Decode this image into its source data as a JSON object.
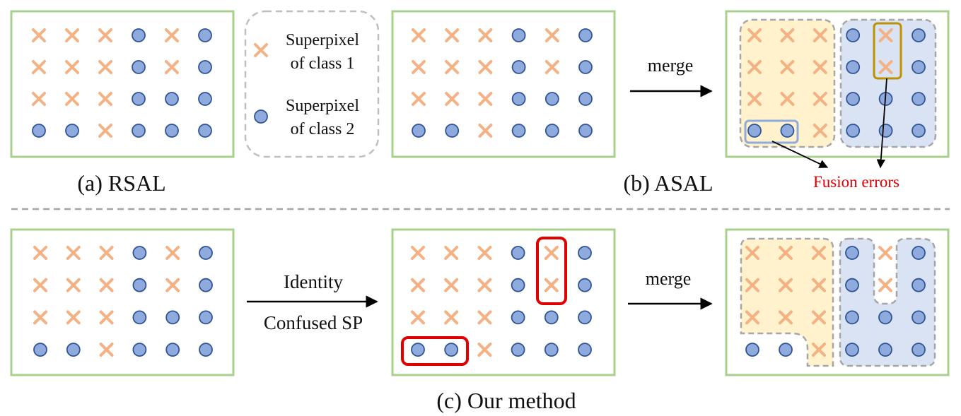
{
  "legend": {
    "class1_label_line1": "Superpixel",
    "class1_label_line2": "of class 1",
    "class2_label_line1": "Superpixel",
    "class2_label_line2": "of class 2"
  },
  "captions": {
    "rsal": "(a) RSAL",
    "asal": "(b) ASAL",
    "ours": "(c) Our method"
  },
  "arrows": {
    "merge_top": "merge",
    "merge_bottom": "merge",
    "identity_line1": "Identity",
    "identity_line2": "Confused SP"
  },
  "annotations": {
    "fusion_errors": "Fusion errors"
  },
  "grids": {
    "rsal": [
      "xxxoxo",
      "xxxoxo",
      "xxxooo",
      "ooxooo"
    ],
    "asal": [
      "xxxoxo",
      "xxxoxo",
      "xxxooo",
      "ooxooo"
    ],
    "ours": [
      "xxxoxo",
      "xxxoxo",
      "xxxooo",
      "ooxooo"
    ],
    "ours_identify": [
      "xxxoxo",
      "xxxoxo",
      "xxxooo",
      "ooxooo"
    ],
    "ours_merged": [
      "xxxoxo",
      "xxxoxo",
      "xxxooo",
      "ooxooo"
    ]
  },
  "colors": {
    "panel_border": "#a9d18e",
    "cross": "#f4b183",
    "circle_fill": "#8faadc",
    "circle_stroke": "#2f5597",
    "region_class1": "#fff2cc",
    "region_class2": "#dae3f3",
    "region_dash": "#a6a6a6",
    "highlight_red": "#e00000",
    "fusion_text": "#e00000",
    "error_box_brown": "#bf9000",
    "error_box_blue": "#8faadc",
    "separator": "#a6a6a6"
  }
}
